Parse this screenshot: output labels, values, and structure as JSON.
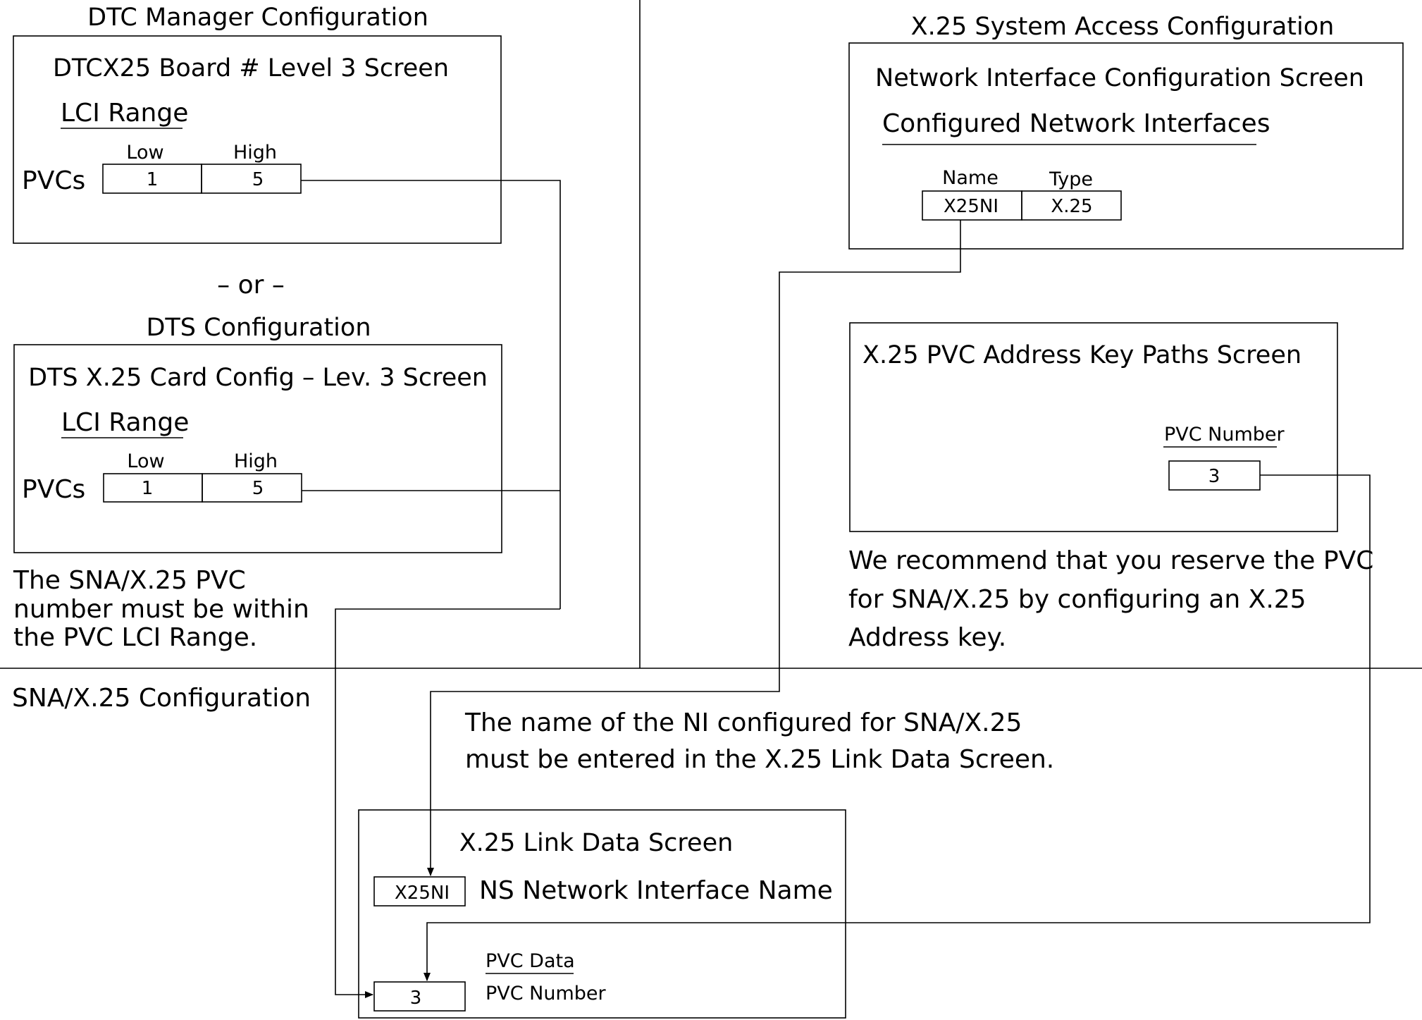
{
  "sections": {
    "dtc_title": "DTC Manager Configuration",
    "or": "– or –",
    "dts_title": "DTS Configuration",
    "x25_title": "X.25 System Access Configuration",
    "sna_title": "SNA/X.25 Configuration"
  },
  "dtc_screen": {
    "title": "DTCX25 Board # Level 3 Screen",
    "range_label": "LCI Range",
    "low_label": "Low",
    "high_label": "High",
    "row_label": "PVCs",
    "low_value": "1",
    "high_value": "5"
  },
  "dts_screen": {
    "title": "DTS X.25 Card Config – Lev. 3 Screen",
    "range_label": "LCI Range",
    "low_label": "Low",
    "high_label": "High",
    "row_label": "PVCs",
    "low_value": "1",
    "high_value": "5"
  },
  "note_left": [
    "The SNA/X.25 PVC",
    "number must be within",
    "the PVC LCI Range."
  ],
  "ni_screen": {
    "title": "Network Interface Configuration Screen",
    "subtitle": "Configured Network Interfaces",
    "name_label": "Name",
    "type_label": "Type",
    "name_value": "X25NI",
    "type_value": "X.25"
  },
  "pvc_screen": {
    "title": "X.25 PVC Address Key Paths Screen",
    "field_label": "PVC Number",
    "field_value": "3"
  },
  "note_right": [
    "We recommend that you reserve the PVC",
    "for SNA/X.25 by configuring an X.25",
    "Address key."
  ],
  "note_center": [
    "The name of the NI configured for SNA/X.25",
    "must be entered in the X.25 Link Data Screen."
  ],
  "link_screen": {
    "title": "X.25 Link Data Screen",
    "ni_value": "X25NI",
    "ni_label": "NS Network Interface Name",
    "pvc_heading": "PVC Data",
    "pvc_label": "PVC Number",
    "pvc_value": "3"
  }
}
